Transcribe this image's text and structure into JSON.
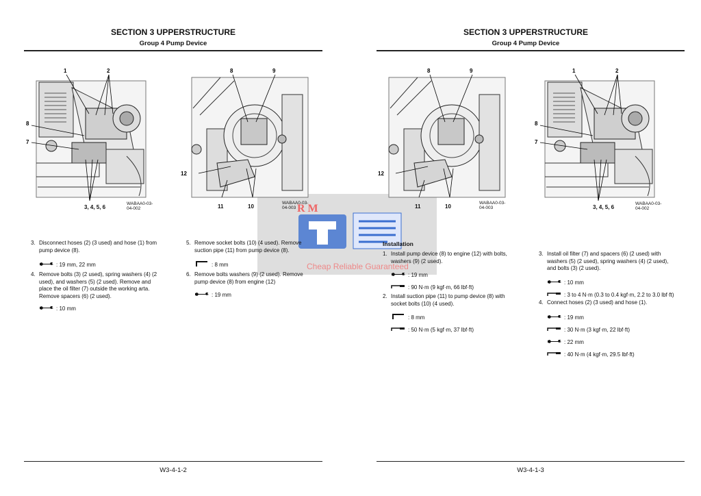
{
  "left_page": {
    "section_title": "SECTION 3 UPPERSTRUCTURE",
    "group_title": "Group 4 Pump Device",
    "page_number": "W3-4-1-2",
    "figures": [
      {
        "code": "WABAA0-03-04-002",
        "callouts": [
          "1",
          "2",
          "8",
          "7",
          "3, 4, 5, 6"
        ]
      },
      {
        "code": "WABAA0-03-04-003",
        "callouts": [
          "8",
          "9",
          "12",
          "11",
          "10"
        ]
      }
    ],
    "steps": [
      {
        "num": "3.",
        "text": "Disconnect hoses (2) (3 used) and hose (1) from pump device (8).",
        "tools": [
          {
            "icon": "wrench-icon",
            "value": ": 19 mm, 22 mm"
          }
        ]
      },
      {
        "num": "4.",
        "text": "Remove bolts (3) (2 used), spring washers (4) (2 used), and washers (5) (2 used). Remove and place the oil filter (7) outside the working arta. Remove spacers (6) (2 used).",
        "tools": [
          {
            "icon": "wrench-icon",
            "value": ": 10 mm"
          }
        ]
      },
      {
        "num": "5.",
        "text": "Remove socket bolts (10) (4 used). Remove suction pipe (11) from pump device (8).",
        "tools": [
          {
            "icon": "hex-key-icon",
            "value": ": 8 mm"
          }
        ]
      },
      {
        "num": "6.",
        "text": "Remove bolts washers (9) (2 used). Remove pump device (8) from engine (12)",
        "tools": [
          {
            "icon": "wrench-icon",
            "value": ": 19 mm"
          }
        ]
      }
    ]
  },
  "right_page": {
    "section_title": "SECTION 3 UPPERSTRUCTURE",
    "group_title": "Group 4 Pump Device",
    "page_number": "W3-4-1-3",
    "heading": "Installation",
    "figures": [
      {
        "code": "WABAA0-03-04-003",
        "callouts": [
          "8",
          "9",
          "12",
          "11",
          "10"
        ]
      },
      {
        "code": "WABAA0-03-04-002",
        "callouts": [
          "1",
          "2",
          "8",
          "7",
          "3, 4, 5, 6"
        ]
      }
    ],
    "steps": [
      {
        "num": "1.",
        "text": "Install pump device (8) to engine (12) with bolts, washers (9) (2 used).",
        "tools": [
          {
            "icon": "wrench-icon",
            "value": ": 19 mm"
          },
          {
            "icon": "torque-wrench-icon",
            "value": ": 90 N·m (9 kgf·m, 66 lbf·ft)"
          }
        ]
      },
      {
        "num": "2.",
        "text": "Install suction pipe (11) to pump device (8) with socket bolts (10) (4 used).",
        "tools": [
          {
            "icon": "hex-key-icon",
            "value": ": 8 mm"
          },
          {
            "icon": "torque-wrench-icon",
            "value": ": 50 N·m (5 kgf·m, 37 lbf·ft)"
          }
        ]
      },
      {
        "num": "3.",
        "text": "Install oil filter (7) and spacers (6) (2 used) with washers (5) (2 used), spring washers (4) (2 used), and bolts (3) (2 used).",
        "tools": [
          {
            "icon": "wrench-icon",
            "value": ": 10 mm"
          },
          {
            "icon": "torque-wrench-icon",
            "value": ": 3 to 4 N·m (0.3 to 0.4 kgf·m, 2.2 to 3.0 lbf·ft)"
          }
        ]
      },
      {
        "num": "4.",
        "text": "Connect hoses (2) (3 used) and hose (1).",
        "tools": [
          {
            "icon": "wrench-icon",
            "value": ": 19 mm"
          },
          {
            "icon": "torque-wrench-icon",
            "value": ": 30 N·m (3 kgf·m, 22 lbf·ft)"
          },
          {
            "icon": "wrench-icon",
            "value": ": 22 mm"
          },
          {
            "icon": "torque-wrench-icon",
            "value": ": 40 N·m (4 kgf·m, 29.5 lbf·ft)"
          }
        ]
      }
    ]
  },
  "watermark": {
    "logo": "RM",
    "tagline": "Cheap Reliable Guaranteed"
  }
}
